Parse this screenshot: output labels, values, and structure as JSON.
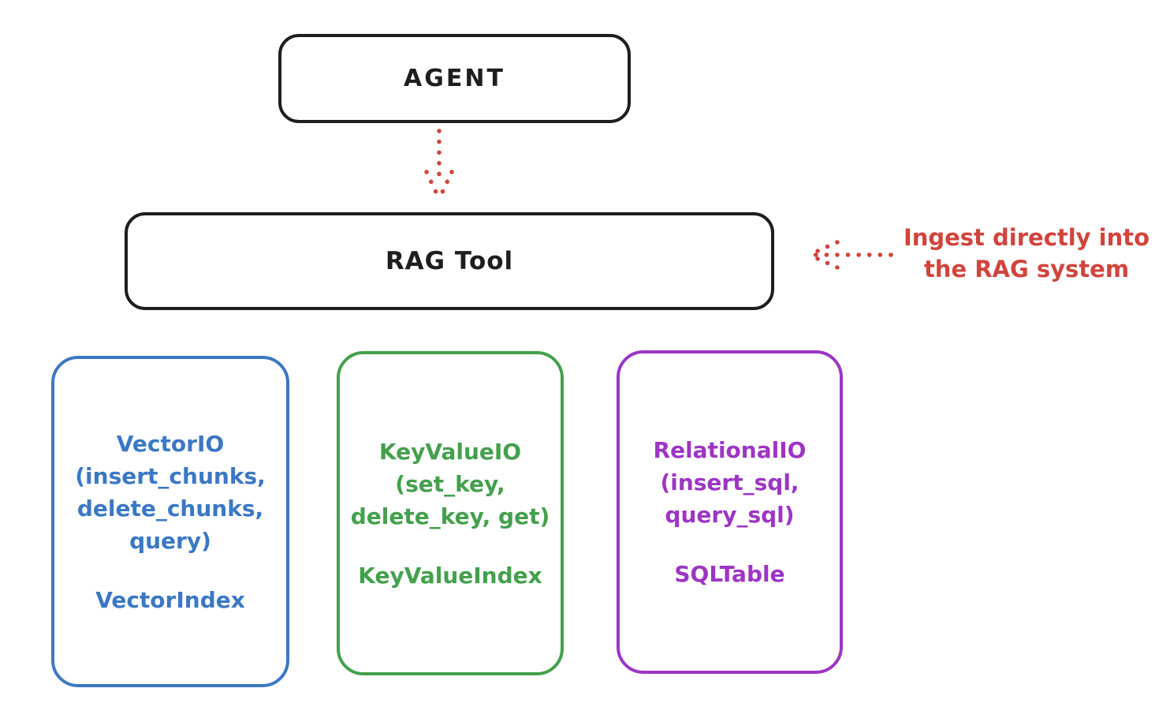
{
  "canvas": {
    "background": "#ffffff"
  },
  "colors": {
    "ink": "#1e1e1e",
    "red": "#d1443c",
    "blue": "#3b78c4",
    "green": "#43a04c",
    "purple": "#9d35c4"
  },
  "agent_box": {
    "label": "AGENT"
  },
  "rag_box": {
    "label": "RAG Tool"
  },
  "ingest_annotation": {
    "line1": "Ingest directly into",
    "line2": "the RAG system"
  },
  "arrows": [
    {
      "name": "agent-to-rag-dotted-arrow",
      "direction": "down",
      "color": "#d1443c"
    },
    {
      "name": "ingest-dotted-arrow",
      "direction": "left",
      "color": "#d1443c"
    }
  ],
  "cards": [
    {
      "lines": [
        "VectorIO",
        "(insert_chunks,",
        "delete_chunks,",
        "query)"
      ],
      "index_label": "VectorIndex",
      "color": "#3b78c4"
    },
    {
      "lines": [
        "KeyValueIO",
        "(set_key,",
        "delete_key, get)"
      ],
      "index_label": "KeyValueIndex",
      "color": "#43a04c"
    },
    {
      "lines": [
        "RelationalIO",
        "(insert_sql,",
        "query_sql)"
      ],
      "index_label": "SQLTable",
      "color": "#9d35c4"
    }
  ]
}
